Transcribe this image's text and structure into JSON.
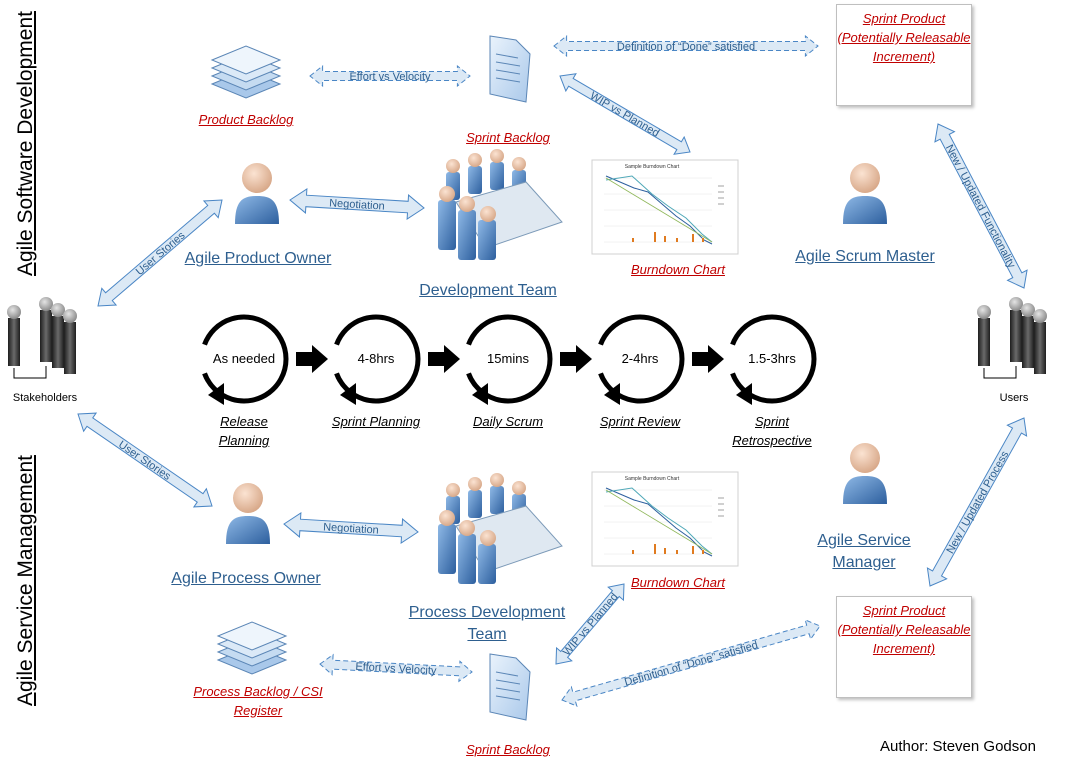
{
  "sides": {
    "top": "Agile Software Development",
    "bottom": "Agile Service Management"
  },
  "roles": {
    "product_owner": "Agile Product Owner",
    "scrum_master": "Agile Scrum Master",
    "dev_team": "Development Team",
    "process_owner": "Agile Process Owner",
    "service_manager": "Agile Service Manager",
    "process_dev_team": "Process Development Team"
  },
  "artifacts": {
    "product_backlog": "Product Backlog",
    "sprint_backlog_top": "Sprint Backlog",
    "burndown_top": "Burndown Chart",
    "process_backlog": "Process Backlog / CSI Register",
    "sprint_backlog_bottom": "Sprint Backlog",
    "burndown_bottom": "Burndown Chart",
    "sprint_product_top": "Sprint Product (Potentially Releasable Increment)",
    "sprint_product_bottom": "Sprint Product (Potentially Releasable Increment)"
  },
  "arrows": {
    "effort_top": "Effort vs Velocity",
    "done_top": "Definition of “Done” satisfied",
    "wip_top": "WIP vs Planned",
    "negotiation_top": "Negotiation",
    "user_stories_top": "User Stories",
    "new_functionality": "New / Updated Functionality",
    "user_stories_bottom": "User Stories",
    "negotiation_bottom": "Negotiation",
    "wip_bottom": "WIP vs Planned",
    "effort_bottom": "Effort vs Velocity",
    "done_bottom": "Definition of “Done” satisfied",
    "new_process": "New / Updated Process"
  },
  "groups": {
    "stakeholders": "Stakeholders",
    "users": "Users"
  },
  "cycles": [
    {
      "duration": "As needed",
      "event": "Release Planning"
    },
    {
      "duration": "4-8hrs",
      "event": "Sprint Planning"
    },
    {
      "duration": "15mins",
      "event": "Daily Scrum"
    },
    {
      "duration": "2-4hrs",
      "event": "Sprint Review"
    },
    {
      "duration": "1.5-3hrs",
      "event": "Sprint Retrospective"
    }
  ],
  "chart_title": "Sample Burndown Chart",
  "author": "Author: Steven Godson",
  "colors": {
    "role_text": "#2e5f8f",
    "artifact_text": "#c00000",
    "arrow_fill": "#dce9f5",
    "arrow_stroke": "#4a86c5",
    "person_blue": "#4f86c6",
    "bar_orange": "#e07b20"
  }
}
